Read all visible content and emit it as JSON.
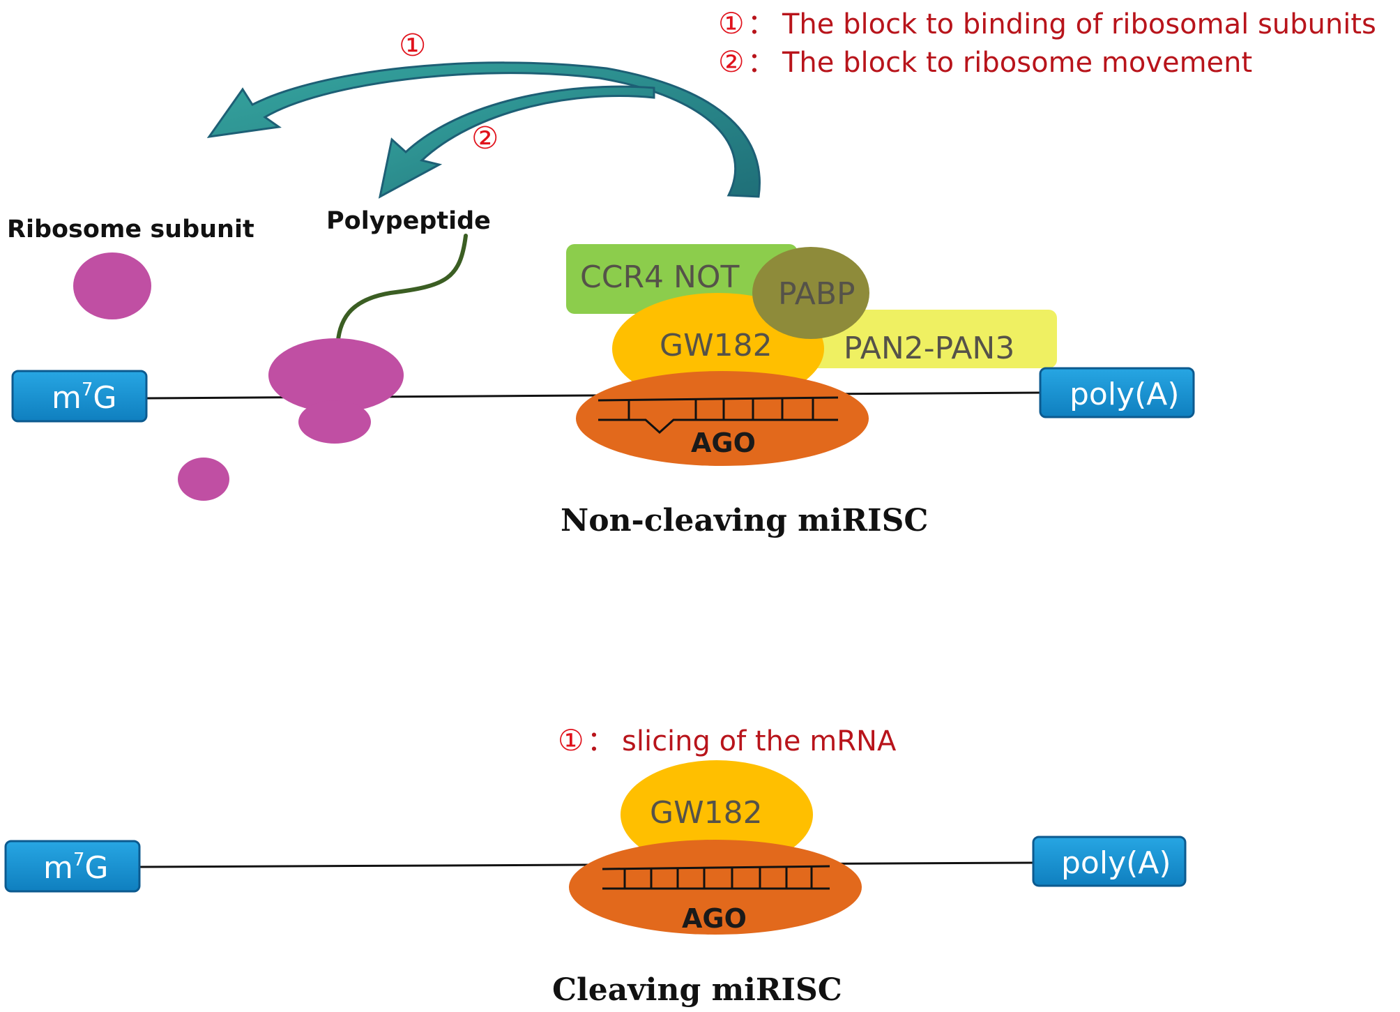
{
  "legend_top": {
    "item1": {
      "marker": "①",
      "sep": "：",
      "text": "The block to binding of ribosomal subunits"
    },
    "item2": {
      "marker": "②",
      "sep": "：",
      "text": "The block to ribosome movement"
    }
  },
  "arrow_markers": {
    "arrow1": "①",
    "arrow2": "②"
  },
  "labels": {
    "ribosome_subunit": "Ribosome subunit",
    "polypeptide": "Polypeptide"
  },
  "non_cleaving": {
    "ccr4_not": "CCR4 NOT",
    "pabp": "PABP",
    "pan2_pan3": "PAN2-PAN3",
    "gw182": "GW182",
    "ago": "AGO",
    "cap": {
      "base": "m",
      "sup": "7",
      "rest": "G"
    },
    "poly_a": "poly(A)",
    "caption": "Non-cleaving miRISC"
  },
  "legend_bottom": {
    "item1": {
      "marker": "①",
      "sep": "：",
      "text": "slicing of the mRNA"
    }
  },
  "cleaving": {
    "gw182": "GW182",
    "ago": "AGO",
    "cap": {
      "base": "m",
      "sup": "7",
      "rest": "G"
    },
    "poly_a": "poly(A)",
    "caption": "Cleaving miRISC"
  },
  "colors": {
    "ribosome": "#c04fa3",
    "ago": "#e2691c",
    "gw182": "#ffbf00",
    "ccr4_not": "#8ccd4c",
    "pabp": "#8e8b3a",
    "pan2_pan3": "#eff062",
    "box_fill": "#1596d4",
    "arrow": "#2b8f8e",
    "legend_red": "#b8141b",
    "polypeptide": "#3b5e23"
  }
}
